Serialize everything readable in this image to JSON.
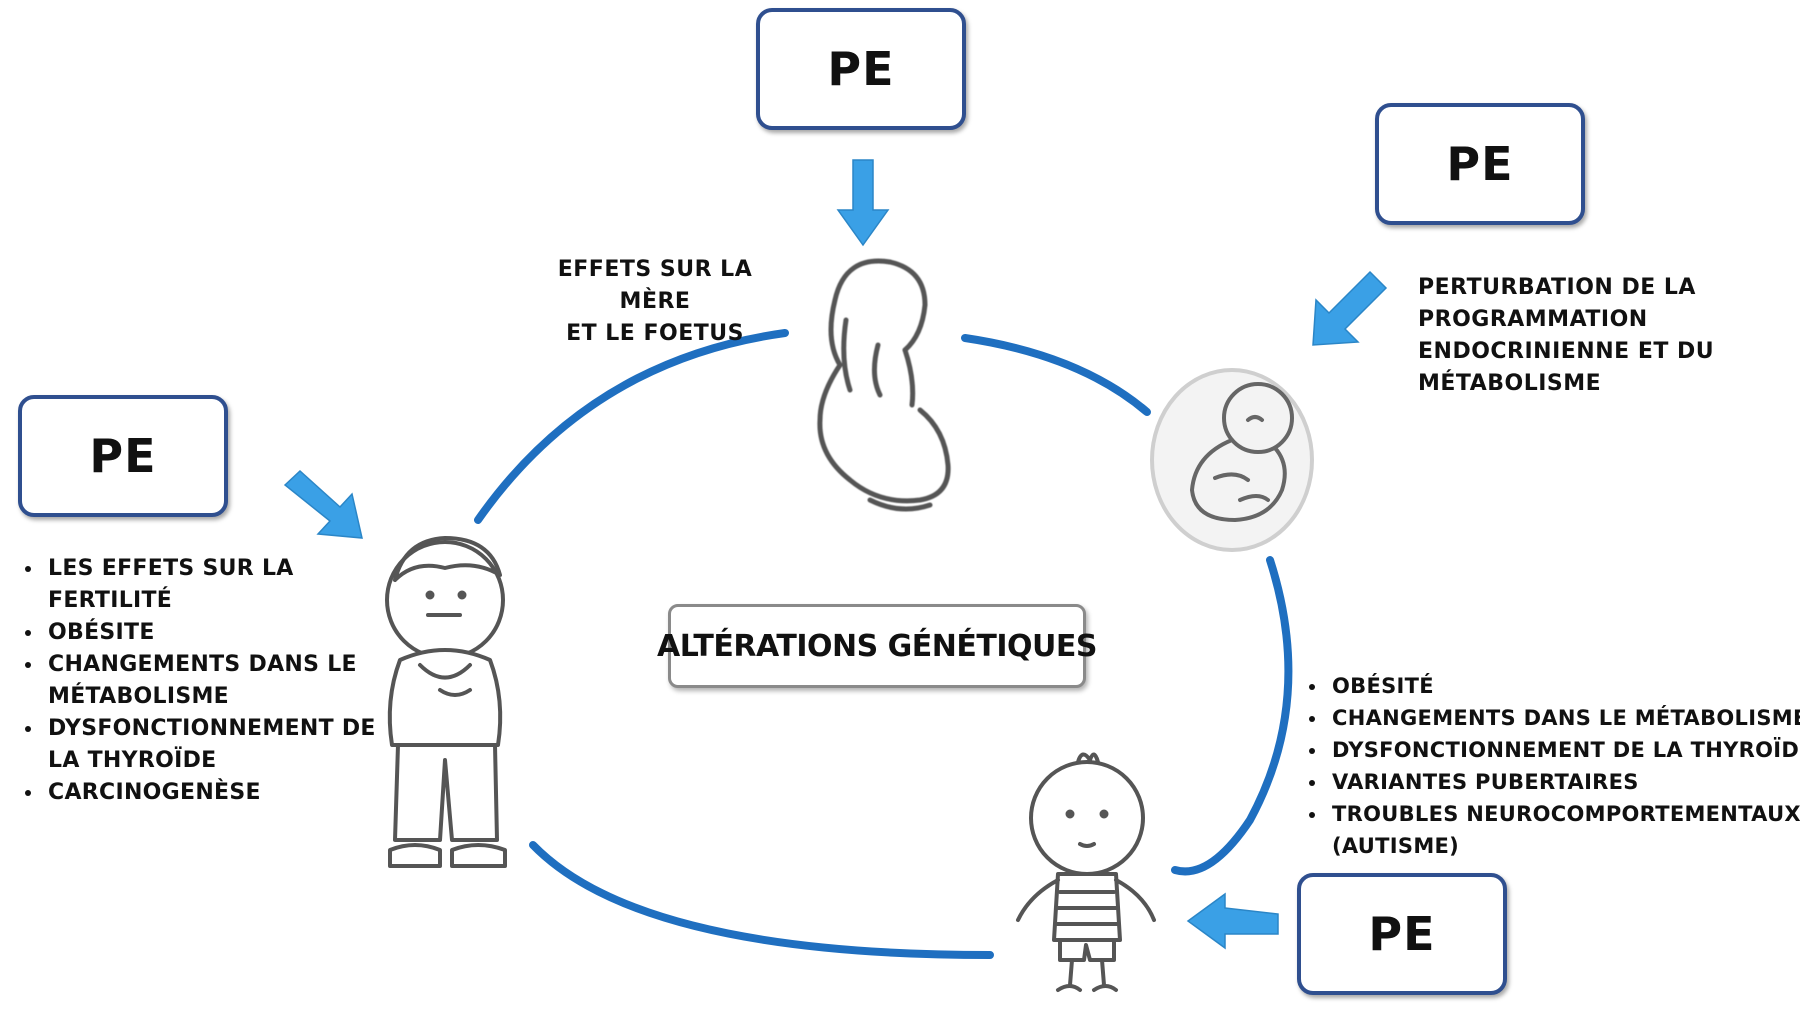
{
  "pe_boxes": {
    "top": "PE",
    "top_right": "PE",
    "left": "PE",
    "bottom_right": "PE"
  },
  "labels": {
    "mother_line1": "EFFETS SUR LA MÈRE",
    "mother_line2": "ET LE FOETUS",
    "fetus_line1": "PERTURBATION DE LA",
    "fetus_line2": "PROGRAMMATION",
    "fetus_line3": "ENDOCRINIENNE ET DU",
    "fetus_line4": "MÉTABOLISME"
  },
  "center_label": "ALTÉRATIONS GÉNÉTIQUES",
  "left_effects": [
    "LES EFFETS SUR LA FERTILITÉ",
    "OBÉSITE",
    "CHANGEMENTS DANS LE MÉTABOLISME",
    "DYSFONCTIONNEMENT DE LA THYROÏDE",
    "CARCINOGENÈSE"
  ],
  "right_effects": [
    "OBÉSITÉ",
    "CHANGEMENTS DANS LE MÉTABOLISME",
    "DYSFONCTIONNEMENT DE LA THYROÏDE",
    "VARIANTES PUBERTAIRES",
    "TROUBLES NEUROCOMPORTEMENTAUX (AUTISME)"
  ],
  "icons": [
    "pregnant-woman-icon",
    "fetus-icon",
    "child-icon",
    "boy-icon"
  ],
  "colors": {
    "cycle": "#1f6fc0",
    "arrow": "#3aa0e6",
    "box_border": "#2f4f8f"
  }
}
